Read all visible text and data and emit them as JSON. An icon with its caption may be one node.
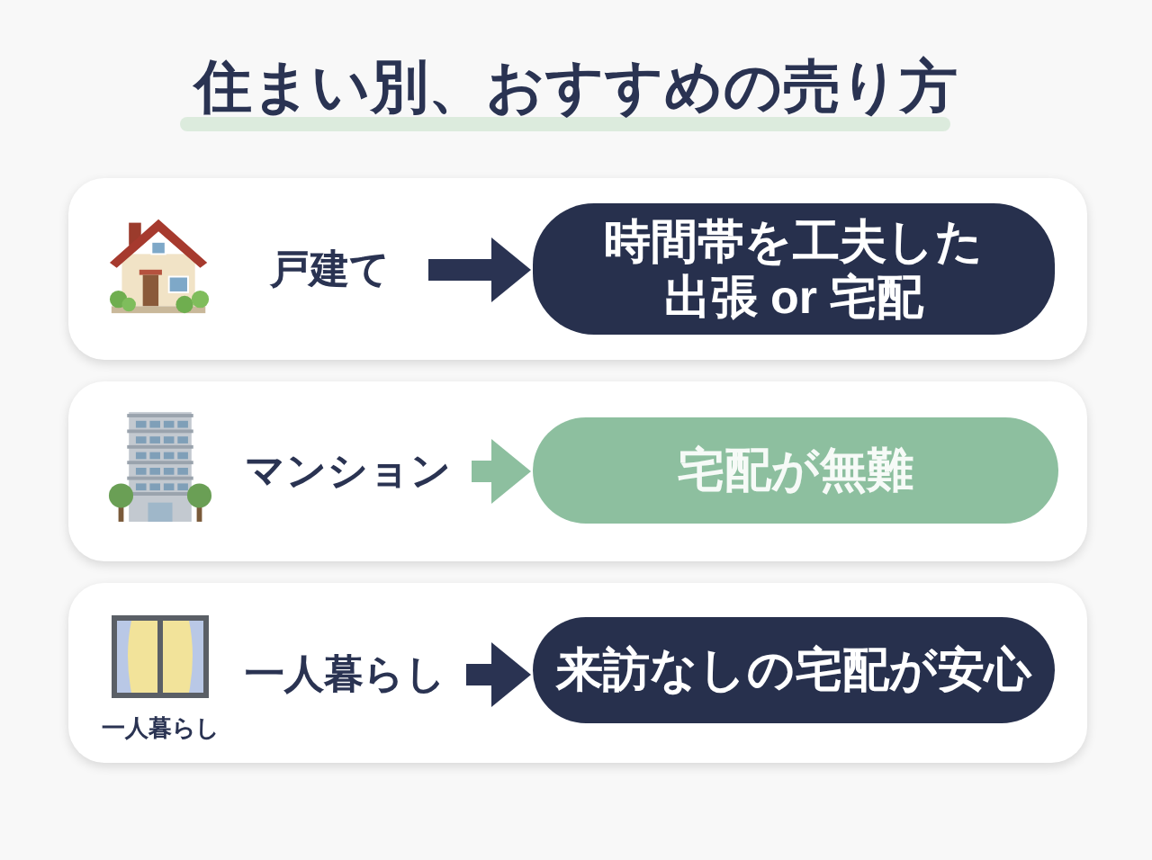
{
  "diagram": {
    "title": "住まい別、おすすめの売り方",
    "nodes": [
      {
        "text": [],
        "shape": "box"
      },
      {
        "text": [
          "戸建て"
        ],
        "in": 0
      },
      {
        "text": [
          "時間帯を工夫した出張 or 宅配"
        ],
        "in": 0
      },
      {
        "text": [],
        "shape": "box"
      },
      {
        "text": [
          "マンション"
        ],
        "in": 3
      },
      {
        "text": [
          "宅配が無難"
        ],
        "in": 3
      },
      {
        "text": [],
        "shape": "box"
      },
      {
        "text": [
          "一人暮らし"
        ],
        "in": 6
      },
      {
        "text": [
          "来訪なしの宅配が安心"
        ],
        "in": 6
      }
    ],
    "edges": [
      {
        "from": 1,
        "to": 2,
        "arrow": "to"
      },
      {
        "from": 4,
        "to": 5,
        "arrow": "to",
        "color": "#8dbf9f"
      },
      {
        "from": 7,
        "to": 8,
        "arrow": "to"
      }
    ],
    "labels": [
      "一人暮らし"
    ]
  }
}
